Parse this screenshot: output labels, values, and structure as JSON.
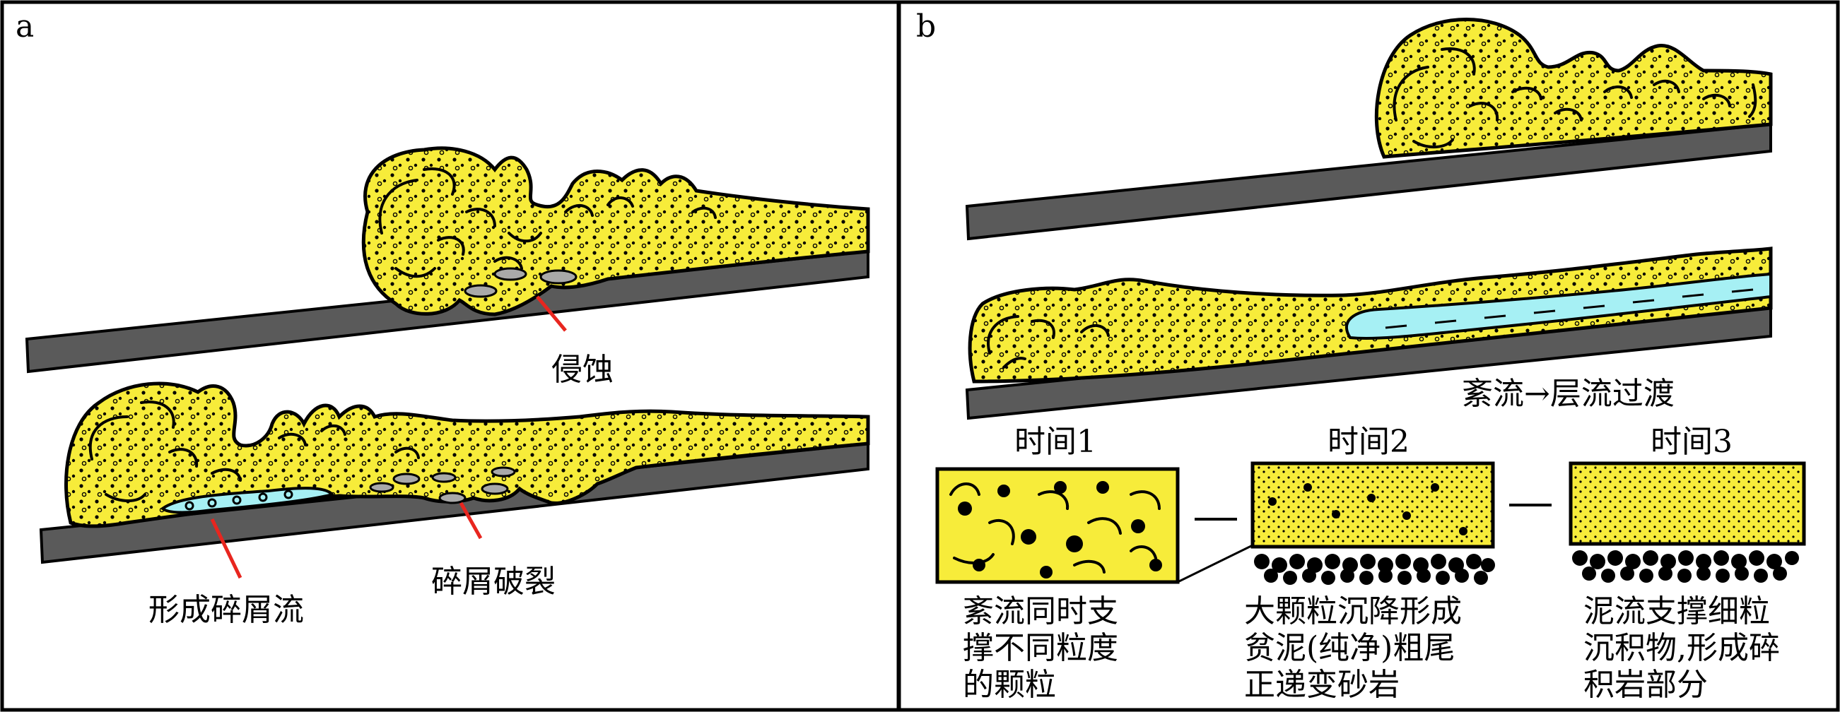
{
  "panels": {
    "a": {
      "letter": "a",
      "erosion_label": "侵蚀",
      "debris_flow_label": "形成碎屑流",
      "fragment_break_label": "碎屑破裂"
    },
    "b": {
      "letter": "b",
      "transition_label": "紊流→层流过渡",
      "time1": "时间1",
      "time2": "时间2",
      "time3": "时间3",
      "desc1": [
        "紊流同时支",
        "撑不同粒度",
        "的颗粒"
      ],
      "desc2": [
        "大颗粒沉降形成",
        "贫泥(纯净)粗尾",
        "正递变砂岩"
      ],
      "desc3": [
        "泥流支撑细粒",
        "沉积物,形成碎",
        "积岩部分"
      ]
    }
  },
  "colors": {
    "sediment_yellow": "#f7ec3a",
    "slope_gray": "#5a5a5a",
    "water_cyan": "#a6f0f4",
    "pointer_red": "#e8261f",
    "outline": "#000000"
  }
}
